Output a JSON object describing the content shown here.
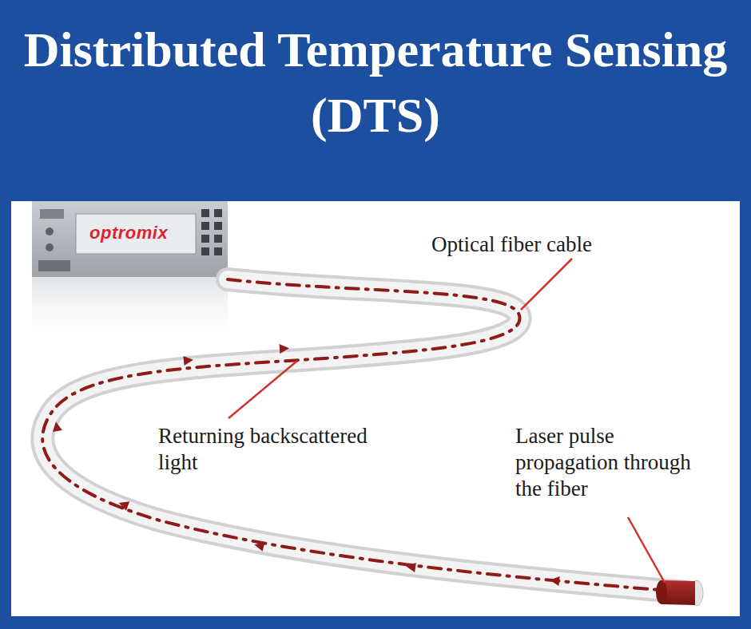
{
  "diagram": {
    "title": "Distributed Temperature Sensing (DTS)",
    "labels": [
      "optromix",
      "Optical fiber cable",
      "Returning backscattered light",
      "Laser pulse propagation through the fiber"
    ]
  }
}
